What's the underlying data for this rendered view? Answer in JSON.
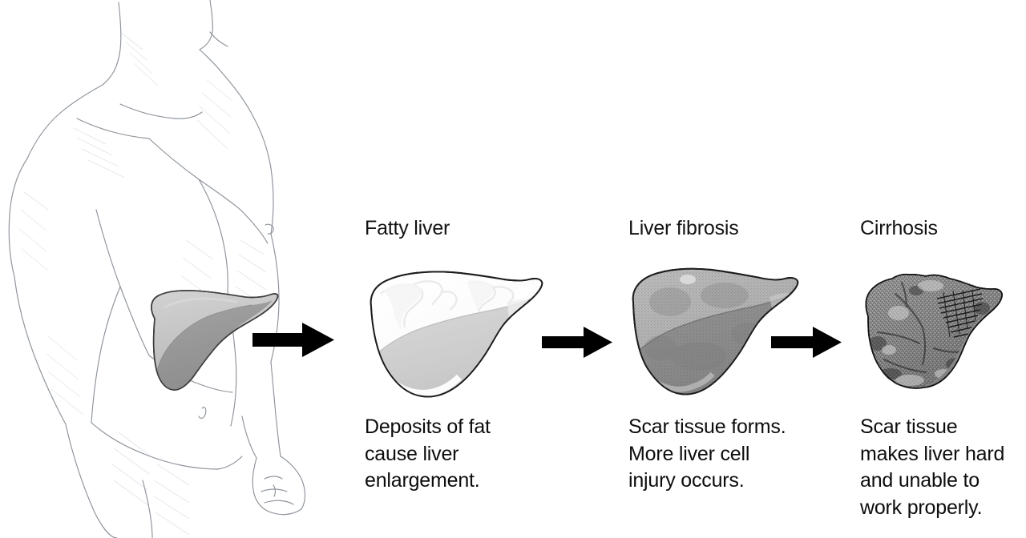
{
  "diagram": {
    "title_hidden": "",
    "background_color": "#ffffff",
    "ink_color": "#131313"
  },
  "figure": {
    "name": "human-torso-side-view-pencil-sketch",
    "description": "Pencil sketch of a man's torso in profile, right arm at the side, showing the liver in place within the abdomen",
    "liver_colors": {
      "upper_lobe": "#c6c6c6",
      "lower_lobe": "#9a9a9a",
      "outline": "#3b3b3b"
    },
    "sketch_line_color": "#9aa0a6"
  },
  "stages": [
    {
      "id": "fatty",
      "title": "Fatty liver",
      "caption": "Deposits of fat\ncause liver\nenlargement.",
      "organ_icon": "liver-fatty-icon",
      "organ_description": "Pale, enlarged liver with white fatty deposits dripping over the surface",
      "colors": {
        "fill_top": "#ffffff",
        "fill_bottom": "#cfcfcf",
        "outline": "#1c1c1c"
      }
    },
    {
      "id": "fibrosis",
      "title": "Liver fibrosis",
      "caption": "Scar tissue forms.\nMore liver cell\ninjury occurs.",
      "organ_icon": "liver-fibrosis-icon",
      "organ_description": "Medium-gray liver with grainy stippled scar texture across the whole surface",
      "colors": {
        "fill_top": "#b4b4b4",
        "fill_bottom": "#8c8c8c",
        "outline": "#1c1c1c"
      }
    },
    {
      "id": "cirrhosis",
      "title": "Cirrhosis",
      "caption": "Scar tissue\nmakes liver hard\nand unable to\nwork properly.",
      "organ_icon": "liver-cirrhosis-icon",
      "organ_description": "Shrunken, dark, nodular liver with rough bumpy knobby surface and deep fissures",
      "colors": {
        "fill_top": "#8f8f8f",
        "fill_bottom": "#5a5a5a",
        "outline": "#111111"
      }
    }
  ],
  "arrows": [
    {
      "id": "arrow-1",
      "name": "progression-arrow-normal-to-fatty",
      "direction": "right",
      "color": "#000000"
    },
    {
      "id": "arrow-2",
      "name": "progression-arrow-fatty-to-fibrosis",
      "direction": "right",
      "color": "#000000"
    },
    {
      "id": "arrow-3",
      "name": "progression-arrow-fibrosis-to-cirrhosis",
      "direction": "right",
      "color": "#000000"
    }
  ]
}
